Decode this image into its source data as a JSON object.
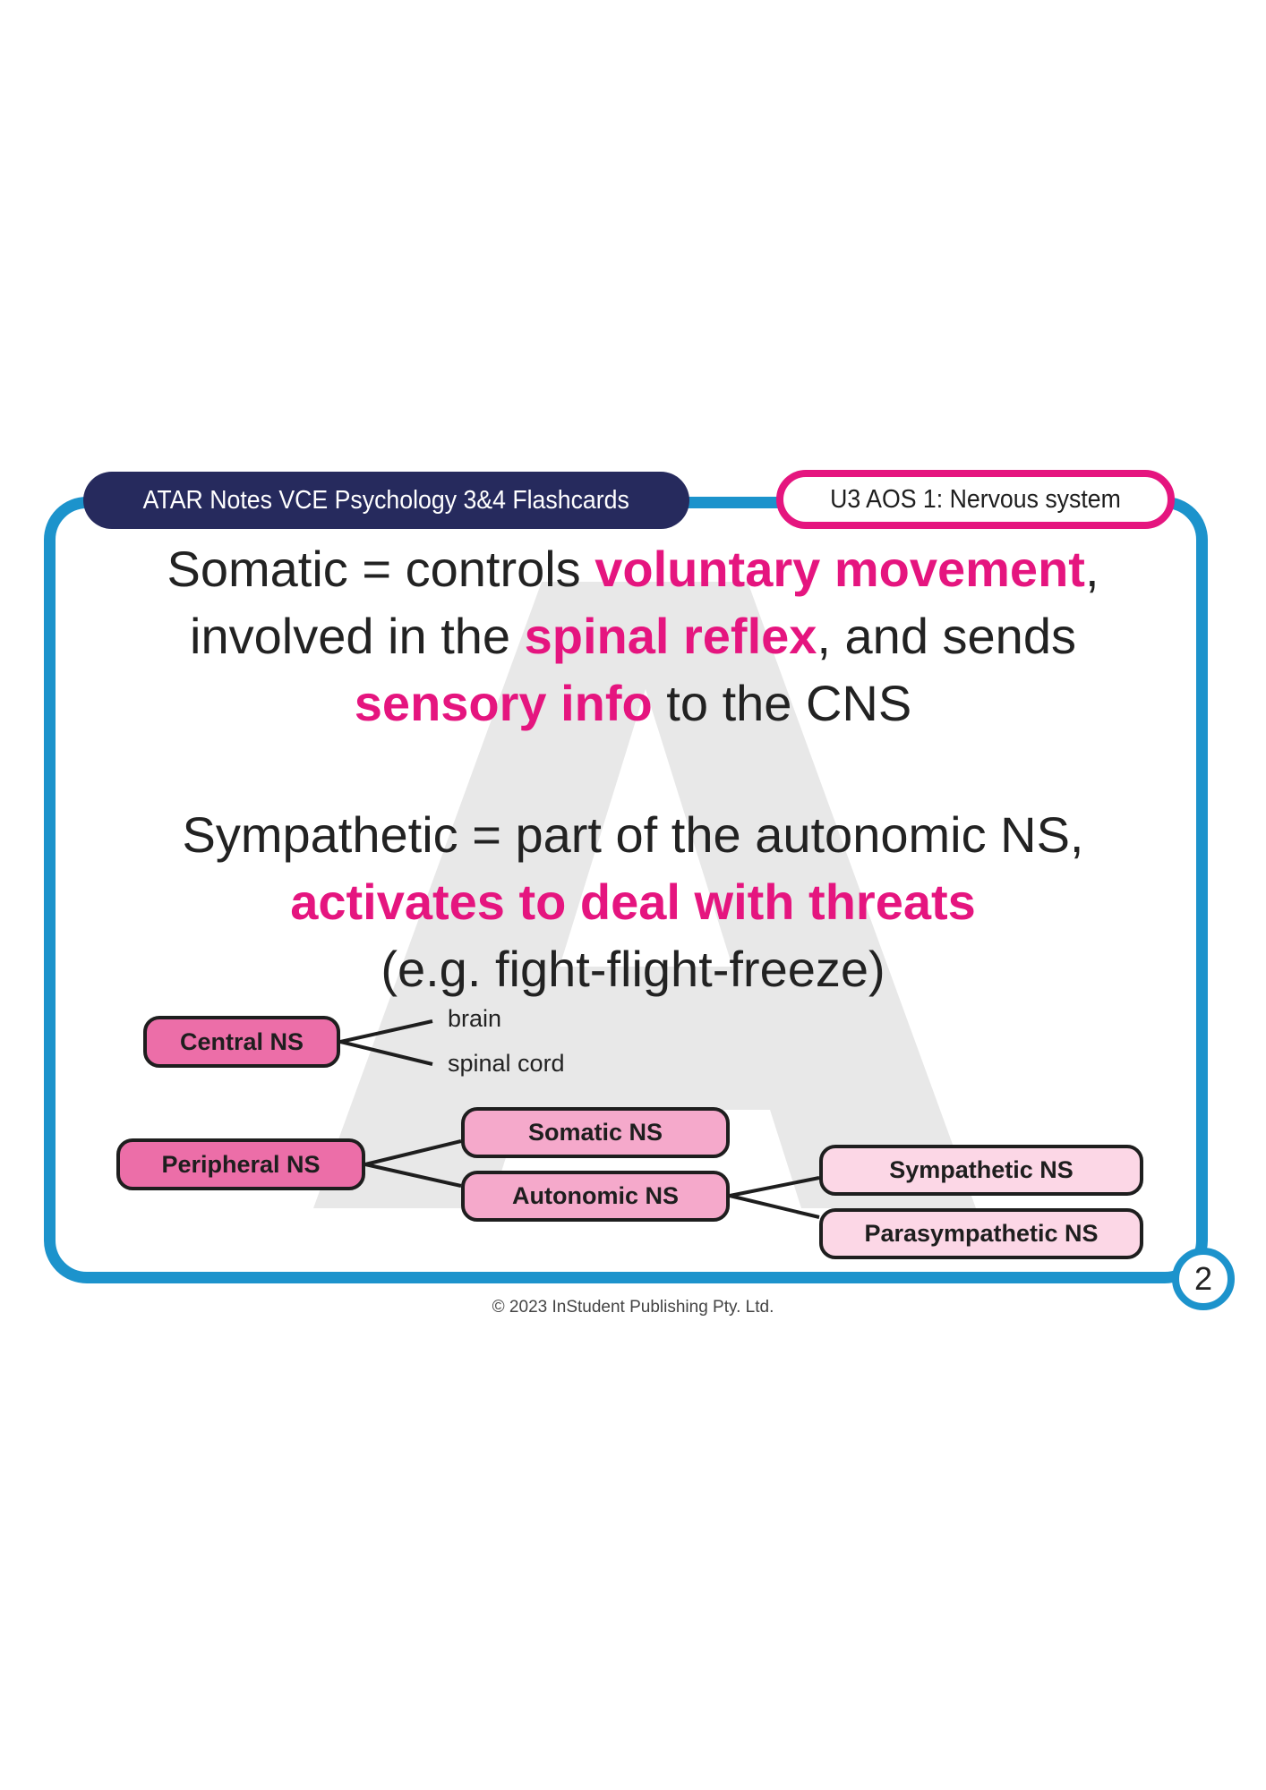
{
  "header": {
    "series_title": "ATAR Notes VCE Psychology 3&4 Flashcards",
    "topic": "U3 AOS 1: Nervous system"
  },
  "watermark": {
    "letter": "A"
  },
  "definitions": {
    "somatic": {
      "term": "Somatic = controls ",
      "hl1": "voluntary movement",
      "mid1": ", involved in the ",
      "hl2": "spinal reflex",
      "mid2": ", and sends ",
      "hl3": "sensory info",
      "end": " to the CNS"
    },
    "sympathetic": {
      "term": "Sympathetic = part of the autonomic NS,",
      "hl1": "activates to deal with threats",
      "example": "(e.g. fight-flight-freeze)"
    }
  },
  "diagram": {
    "central": {
      "label": "Central NS",
      "children": [
        "brain",
        "spinal cord"
      ]
    },
    "peripheral": {
      "label": "Peripheral NS"
    },
    "somatic": {
      "label": "Somatic NS"
    },
    "autonomic": {
      "label": "Autonomic NS"
    },
    "sympathetic": {
      "label": "Sympathetic NS"
    },
    "parasympathetic": {
      "label": "Parasympathetic NS"
    }
  },
  "page_number": "2",
  "copyright": "© 2023 InStudent Publishing Pty. Ltd.",
  "colors": {
    "frame_blue": "#1c93cc",
    "header_navy": "#262a5d",
    "highlight_pink": "#e5157f",
    "node_dark_pink": "#ec6ea8",
    "node_mid_pink": "#f5a9cb",
    "node_light_pink": "#fcd7e6"
  }
}
